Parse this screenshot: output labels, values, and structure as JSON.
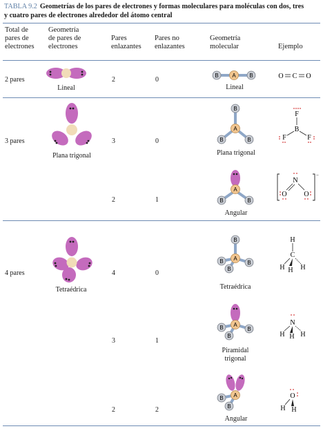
{
  "caption": {
    "number": "TABLA 9.2",
    "line1": "Geometrías de los pares de electrones y formas moleculares para moléculas con dos, tres",
    "line2": "y cuatro pares de electrones alrededor del átomo central"
  },
  "headers": {
    "total": [
      "Total de",
      "pares de",
      "electrones"
    ],
    "geom_pairs": [
      "Geometría",
      "de pares de",
      "electrones"
    ],
    "bonding": [
      "Pares",
      "enlazantes"
    ],
    "nonbonding": [
      "Pares no",
      "enlazantes"
    ],
    "geom_mol": [
      "Geometría",
      "molecular"
    ],
    "example": "Ejemplo"
  },
  "rows": [
    {
      "total": "2 pares",
      "geometry": "Lineal",
      "bonding": "2",
      "nonbonding": "0",
      "molecular": "Lineal",
      "example": "O=C=O"
    },
    {
      "total": "3 pares",
      "geometry": "Plana trigonal",
      "bonding": "3",
      "nonbonding": "0",
      "molecular": "Plana trigonal",
      "example": "BF3"
    },
    {
      "total": "",
      "geometry": "",
      "bonding": "2",
      "nonbonding": "1",
      "molecular": "Angular",
      "example": "NO2-"
    },
    {
      "total": "4 pares",
      "geometry": "Tetraédrica",
      "bonding": "4",
      "nonbonding": "0",
      "molecular": "Tetraédrica",
      "example": "CH4"
    },
    {
      "total": "",
      "geometry": "",
      "bonding": "3",
      "nonbonding": "1",
      "molecular_line1": "Piramidal",
      "molecular_line2": "trigonal",
      "example": "NH3"
    },
    {
      "total": "",
      "geometry": "",
      "bonding": "2",
      "nonbonding": "2",
      "molecular": "Angular",
      "example": "H2O"
    }
  ],
  "atom_labels": {
    "central": "A",
    "outer": "B"
  },
  "example_symbols": {
    "O": "O",
    "C": "C",
    "B": "B",
    "F": "F",
    "N": "N",
    "H": "H"
  },
  "colors": {
    "accent": "#5e7fa6",
    "lobe": "#c46bbd",
    "core": "#f1dcb8",
    "bond": "#8fa7c7",
    "rule": "#6d8bb3"
  }
}
